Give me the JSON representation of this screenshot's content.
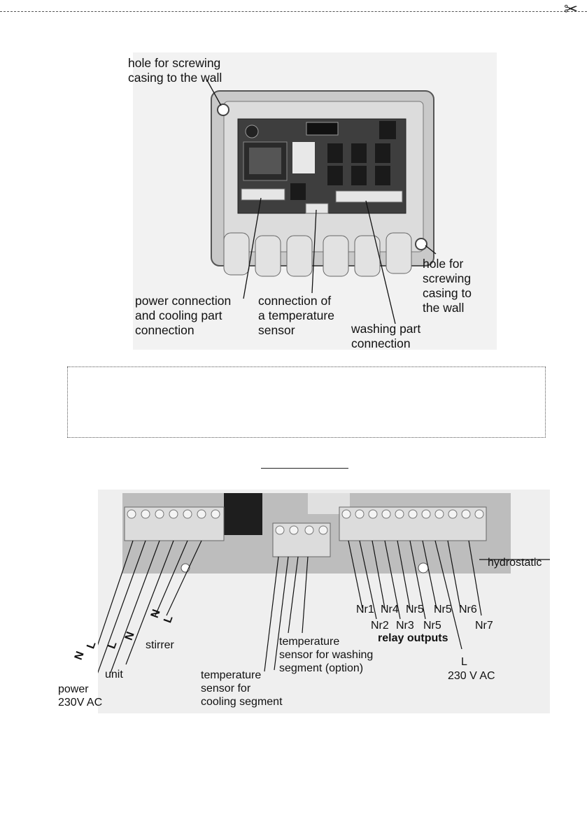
{
  "figure1": {
    "labels": {
      "hole_top_left": [
        "hole for screwing",
        "casing to the wall"
      ],
      "hole_right": [
        "hole for",
        "screwing",
        "casing to",
        "the wall"
      ],
      "power": [
        "power connection",
        "and cooling part",
        "connection"
      ],
      "sensor": [
        "connection of",
        "a temperature",
        "sensor"
      ],
      "washing": [
        "washing part",
        "connection"
      ]
    }
  },
  "figure2": {
    "hydrostatic": "hydrostatic",
    "relays_top": [
      "Nr1",
      "Nr4",
      "Nr5",
      "Nr5",
      "Nr6"
    ],
    "relays_bottom": [
      "Nr2",
      "Nr3",
      "Nr5",
      "Nr7"
    ],
    "relay_outputs": "relay outputs",
    "l_label": "L",
    "l_voltage": "230 V AC",
    "stirrer": "stirrer",
    "unit": "unit",
    "power": [
      "power",
      "230V AC"
    ],
    "sensor_cooling": [
      "temperature",
      "sensor for",
      "cooling segment"
    ],
    "sensor_washing": [
      "temperature",
      "sensor for washing",
      "segment (option)"
    ],
    "wire_N": "N",
    "wire_L": "L"
  }
}
